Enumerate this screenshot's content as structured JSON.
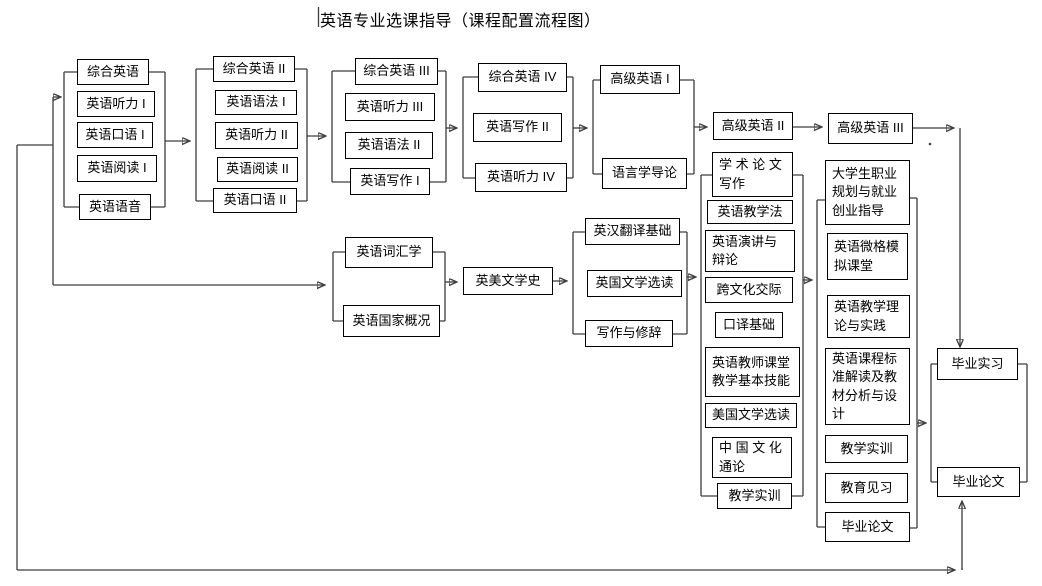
{
  "title": "英语专业选课指导（课程配置流程图）",
  "diagram": {
    "term1": [
      "综合英语",
      "英语听力 I",
      "英语口语 I",
      "英语阅读 I",
      "英语语音"
    ],
    "term2": [
      "综合英语 II",
      "英语语法 I",
      "英语听力 II",
      "英语阅读 II",
      "英语口语 II"
    ],
    "term3": [
      "综合英语 III",
      "英语听力 III",
      "英语语法 II",
      "英语写作 I"
    ],
    "term4": [
      "综合英语 IV",
      "英语写作 II",
      "英语听力 IV"
    ],
    "term5": [
      "高级英语 I",
      "语言学导论"
    ],
    "term6_core": "高级英语 II",
    "term6_electives": [
      "学 术 论 文\n写作",
      "英语教学法",
      "英语演讲与\n辩论",
      "跨文化交际",
      "口译基础",
      "英语教师课堂\n教学基本技能",
      "美国文学选读",
      "中 国 文 化\n通论",
      "教学实训"
    ],
    "term7_core": "高级英语 III",
    "term7_electives": [
      "大学生职业\n规划与就业\n创业指导",
      "英语微格模\n拟课堂",
      "英语教学理\n论与实践",
      "英语课程标\n准解读及教\n材分析与设\n计",
      "教学实训",
      "教育见习",
      "毕业论文"
    ],
    "knowledge_courses": [
      "英语词汇学",
      "英语国家概况"
    ],
    "literature_core": "英美文学史",
    "literature_electives": [
      "英汉翻译基础",
      "英国文学选读",
      "写作与修辞"
    ],
    "graduation": [
      "毕业实习",
      "毕业论文"
    ]
  }
}
